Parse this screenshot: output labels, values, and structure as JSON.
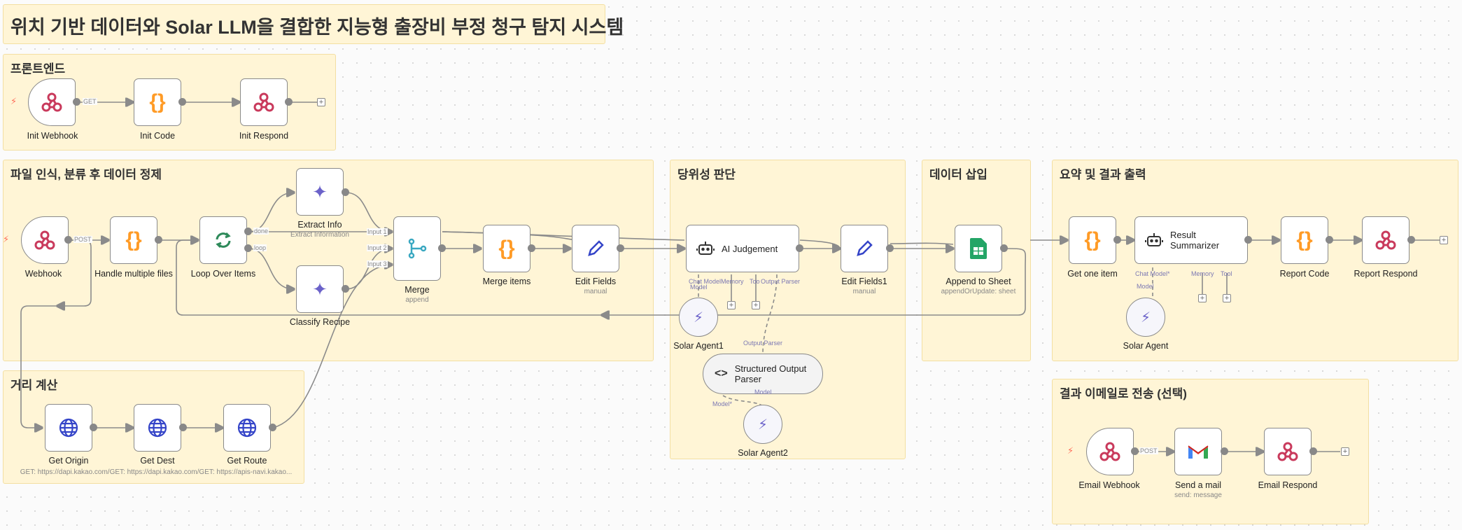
{
  "canvas": {
    "title": "위치 기반 데이터와 Solar LLM을 결합한 지능형 출장비 부정 청구 탐지 시스템",
    "sections": {
      "frontend": "프론트엔드",
      "parsing": "파일 인식, 분류 후 데이터 정제",
      "validity": "당위성 판단",
      "insert": "데이터 삽입",
      "summary": "요약 및 결과 출력",
      "distance": "거리 계산",
      "email": "결과 이메일로 전송 (선택)"
    }
  },
  "nodes": {
    "init_webhook": {
      "label": "Init Webhook",
      "icon": "webhook-icon"
    },
    "init_code": {
      "label": "Init Code",
      "icon": "code-braces-icon"
    },
    "init_respond": {
      "label": "Init Respond",
      "icon": "webhook-icon"
    },
    "webhook": {
      "label": "Webhook",
      "icon": "webhook-icon"
    },
    "handle_files": {
      "label": "Handle multiple files",
      "icon": "code-braces-icon"
    },
    "loop": {
      "label": "Loop Over Items",
      "icon": "loop-icon"
    },
    "extract_info": {
      "label": "Extract Info",
      "sub": "Extract Information",
      "icon": "ai-sparkle-icon"
    },
    "classify": {
      "label": "Classify Recipe",
      "icon": "ai-sparkle-icon"
    },
    "merge": {
      "label": "Merge",
      "sub": "append",
      "icon": "merge-icon"
    },
    "merge_items": {
      "label": "Merge items",
      "icon": "code-braces-icon"
    },
    "edit_fields": {
      "label": "Edit Fields",
      "sub": "manual",
      "icon": "pencil-icon"
    },
    "ai_judgement": {
      "label": "AI Judgement",
      "icon": "robot-icon"
    },
    "edit_fields1": {
      "label": "Edit Fields1",
      "sub": "manual",
      "icon": "pencil-icon"
    },
    "append_sheet": {
      "label": "Append to Sheet",
      "sub": "appendOrUpdate: sheet",
      "icon": "google-sheets-icon"
    },
    "get_one": {
      "label": "Get one item",
      "icon": "code-braces-icon"
    },
    "result_summarizer": {
      "label": "Result Summarizer",
      "icon": "robot-icon"
    },
    "report_code": {
      "label": "Report Code",
      "icon": "code-braces-icon"
    },
    "report_respond": {
      "label": "Report Respond",
      "icon": "webhook-icon"
    },
    "solar_agent1": {
      "label": "Solar Agent1",
      "icon": "solar-icon"
    },
    "structured_parser": {
      "label": "Structured Output Parser",
      "icon": "code-angle-icon"
    },
    "solar_agent2": {
      "label": "Solar Agent2",
      "icon": "solar-icon"
    },
    "solar_agent": {
      "label": "Solar Agent",
      "icon": "solar-icon"
    },
    "get_origin": {
      "label": "Get Origin",
      "icon": "globe-icon"
    },
    "get_dest": {
      "label": "Get Dest",
      "icon": "globe-icon"
    },
    "get_route": {
      "label": "Get Route",
      "icon": "globe-icon"
    },
    "http_subs": "GET: https://dapi.kakao.com/GET: https://dapi.kakao.com/GET: https://apis-navi.kakao...",
    "email_webhook": {
      "label": "Email Webhook",
      "icon": "webhook-icon"
    },
    "send_mail": {
      "label": "Send a mail",
      "sub": "send: message",
      "icon": "gmail-icon"
    },
    "email_respond": {
      "label": "Email Respond",
      "icon": "webhook-icon"
    }
  },
  "edge_labels": {
    "get": "GET",
    "post": "POST",
    "done": "done",
    "loop": "loop",
    "input1": "Input 1",
    "input2": "Input 2",
    "input3": "Input 3",
    "output_parser": "Output Parser",
    "model": "Model",
    "model_req": "Model*",
    "chat_model": "Chat Model",
    "chat_model_req": "Chat Model*",
    "memory": "Memory",
    "tool": "Tool"
  },
  "colors": {
    "sticky_bg": "#fff5d6",
    "trigger_bolt": "#ff6d5a",
    "code_orange": "#ff9b26",
    "webhook_red": "#c93a5c",
    "ai_purple": "#6b62c9",
    "globe_blue": "#3444c8",
    "sheets_green": "#23a566"
  }
}
